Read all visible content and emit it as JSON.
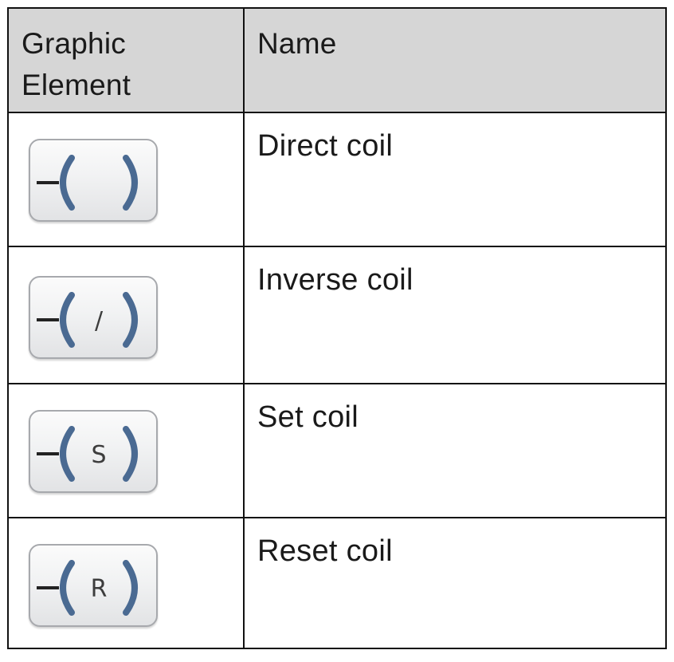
{
  "table": {
    "headers": {
      "graphic_element": "Graphic\nElement",
      "name": "Name"
    },
    "rows": [
      {
        "icon": "direct-coil-icon",
        "symbol": "",
        "name": "Direct coil"
      },
      {
        "icon": "inverse-coil-icon",
        "symbol": "/",
        "name": "Inverse coil"
      },
      {
        "icon": "set-coil-icon",
        "symbol": "S",
        "name": "Set coil"
      },
      {
        "icon": "reset-coil-icon",
        "symbol": "R",
        "name": "Reset coil"
      }
    ]
  },
  "colors": {
    "header_background": "#d6d6d6",
    "border": "#111111",
    "coil_bracket": "#4a6a92",
    "button_border": "#a7a9ad"
  }
}
